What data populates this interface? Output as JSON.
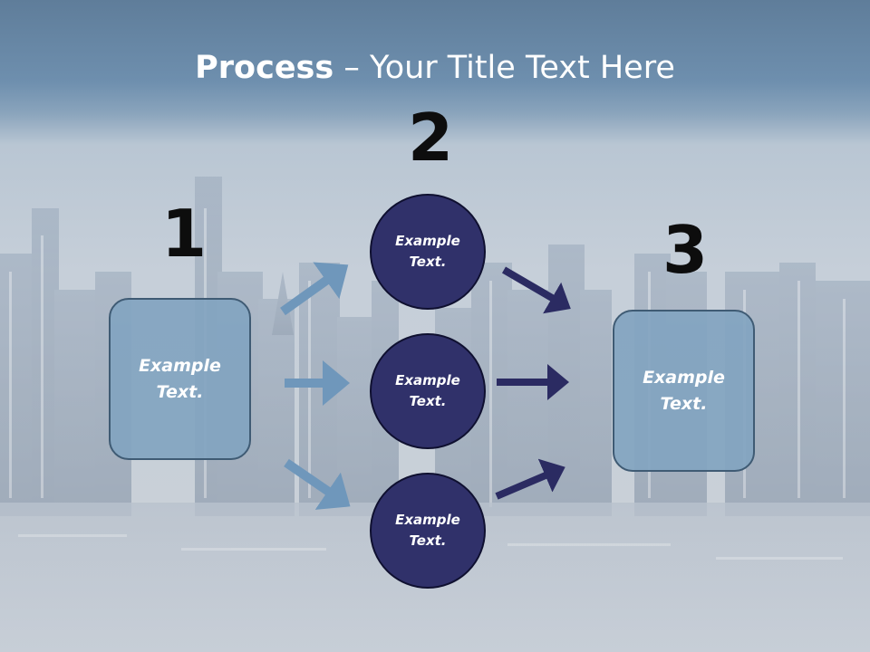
{
  "slide": {
    "title_bold": "Process",
    "title_rest": " – Your Title Text Here"
  },
  "steps": {
    "step1": {
      "number": "1",
      "text": "Example\nText."
    },
    "step2": {
      "number": "2",
      "circles": [
        {
          "text": "Example\nText."
        },
        {
          "text": "Example\nText."
        },
        {
          "text": "Example\nText."
        }
      ]
    },
    "step3": {
      "number": "3",
      "text": "Example\nText."
    }
  },
  "colors": {
    "box_fill": "#82a4c0",
    "circle_fill": "#30316a",
    "arrow_light": "#6f97bb",
    "arrow_dark": "#2b2b62"
  }
}
